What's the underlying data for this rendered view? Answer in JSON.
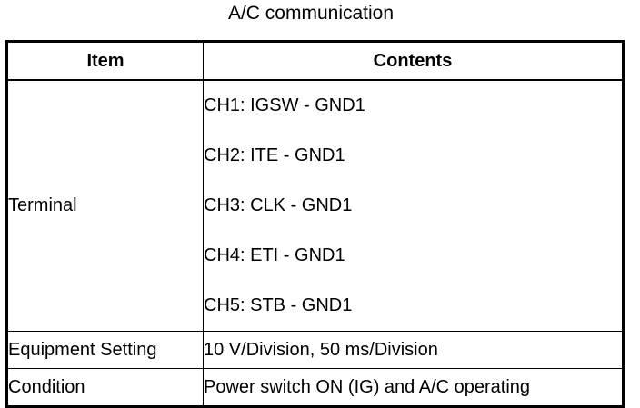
{
  "title": "A/C communication",
  "table": {
    "headers": [
      "Item",
      "Contents"
    ],
    "terminal": {
      "label": "Terminal",
      "channels": [
        "CH1: IGSW - GND1",
        "CH2: ITE - GND1",
        "CH3: CLK - GND1",
        "CH4: ETI - GND1",
        "CH5: STB - GND1"
      ]
    },
    "equipment_setting": {
      "label": "Equipment Setting",
      "value": "10 V/Division, 50 ms/Division"
    },
    "condition": {
      "label": "Condition",
      "value": "Power switch ON (IG) and A/C operating"
    }
  }
}
